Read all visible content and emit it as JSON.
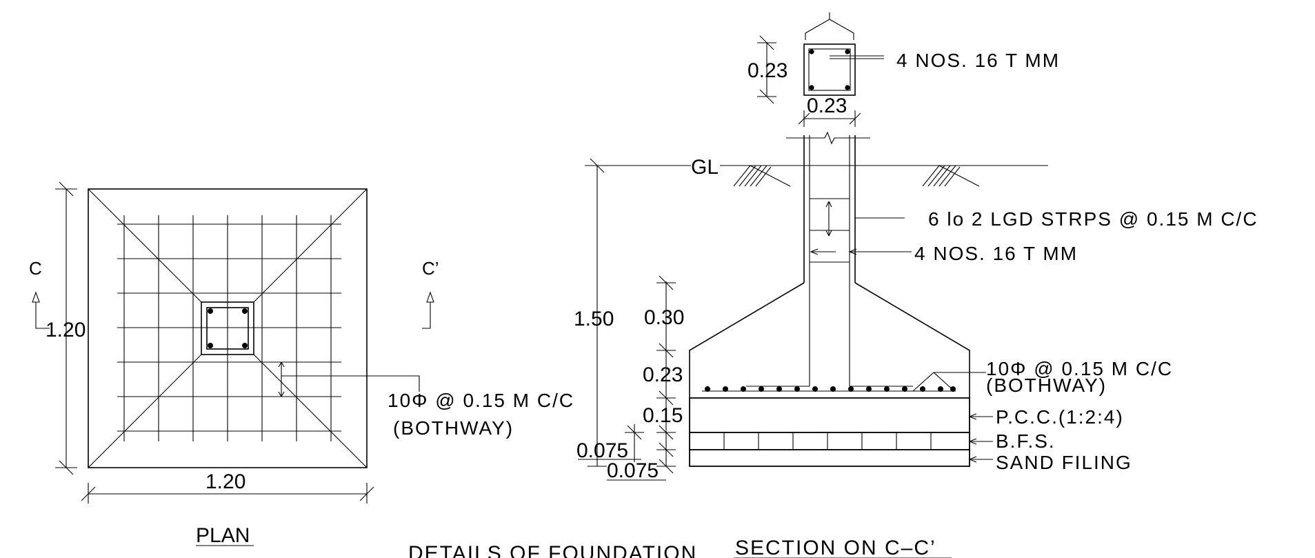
{
  "plan": {
    "title": "PLAN",
    "dim_width": "1.20",
    "dim_height": "1.20",
    "section_mark_left": "C",
    "section_mark_right": "C’",
    "rebar_label": "10Φ  @ 0.15 M C/C",
    "rebar_note": "(BOTHWAY)"
  },
  "section": {
    "title": "SECTION ON C–C’",
    "column_width": "0.23",
    "column_depth": "0.23",
    "column_bars": "4 NOS. 16   T   MM",
    "ground_level": "GL",
    "stirrups": "6 lo     2 LGD STRPS @ 0.15 M C/C",
    "vertical_bars": "4 NOS. 16   T   MM",
    "depth_total": "1.50",
    "dim_slope": "0.30",
    "dim_base": "0.23",
    "dim_pcc": "0.15",
    "dim_bfs": "0.075",
    "dim_sand": "0.075",
    "footing_rebar": "10Φ   @ 0.15 M C/C",
    "footing_rebar_note": "(BOTHWAY)",
    "layer_pcc": "P.C.C.(1:2:4)",
    "layer_bfs": "B.F.S.",
    "layer_sand": "SAND FILING"
  },
  "footer": {
    "caption": "DETAILS OF FOUNDATION"
  }
}
